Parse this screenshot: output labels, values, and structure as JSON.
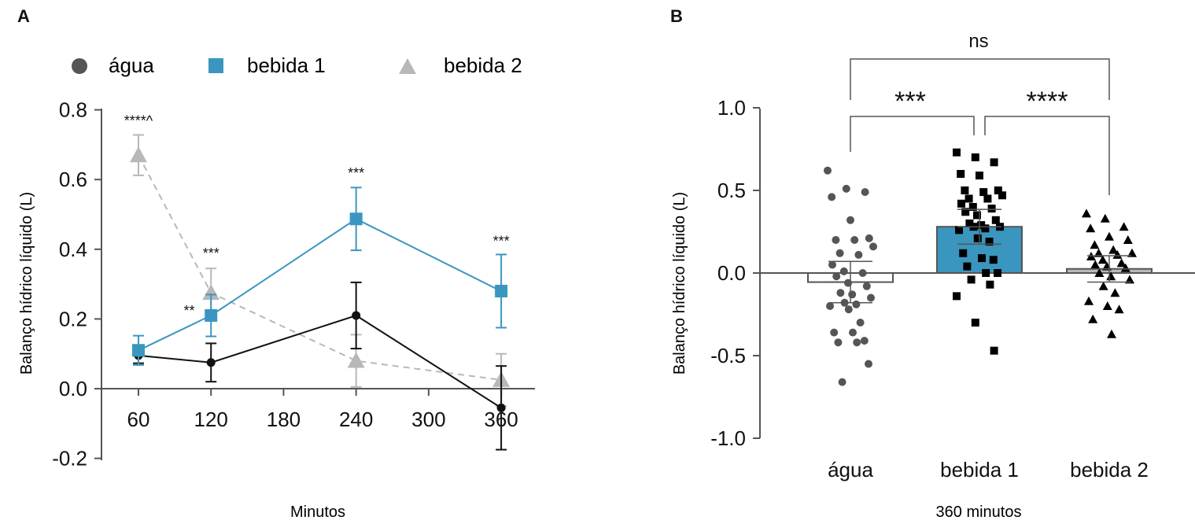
{
  "colors": {
    "agua": "#111111",
    "agua_dot": "#555555",
    "bebida1": "#3b96bf",
    "bebida2": "#b8b8b8",
    "axis": "#555555",
    "marker_black": "#000000"
  },
  "chart_data": [
    {
      "panel": "A",
      "type": "line",
      "xlabel": "Minutos",
      "ylabel": "Balanço hídrico líquido (L)",
      "ylim": [
        -0.2,
        0.8
      ],
      "y_ticks": [
        "-0.2",
        "0.0",
        "0.2",
        "0.4",
        "0.6",
        "0.8"
      ],
      "y_tick_values": [
        -0.2,
        0.0,
        0.2,
        0.4,
        0.6,
        0.8
      ],
      "x_ticks": [
        "60",
        "120",
        "180",
        "240",
        "300",
        "360"
      ],
      "x_tick_values": [
        60,
        120,
        180,
        240,
        300,
        360
      ],
      "legend": [
        {
          "key": "agua",
          "label": "água",
          "marker": "circle"
        },
        {
          "key": "bebida1",
          "label": "bebida 1",
          "marker": "square"
        },
        {
          "key": "bebida2",
          "label": "bebida 2",
          "marker": "triangle"
        }
      ],
      "series": [
        {
          "name": "água",
          "key": "agua",
          "style": "solid",
          "points": [
            {
              "x": 60,
              "y": 0.095,
              "err": 0.022
            },
            {
              "x": 120,
              "y": 0.075,
              "err": 0.055
            },
            {
              "x": 240,
              "y": 0.21,
              "err": 0.095
            },
            {
              "x": 360,
              "y": -0.055,
              "err": 0.12
            }
          ]
        },
        {
          "name": "bebida 1",
          "key": "bebida1",
          "style": "solid",
          "points": [
            {
              "x": 60,
              "y": 0.11,
              "err": 0.042
            },
            {
              "x": 120,
              "y": 0.21,
              "err": 0.06
            },
            {
              "x": 240,
              "y": 0.487,
              "err": 0.09
            },
            {
              "x": 360,
              "y": 0.28,
              "err": 0.105
            }
          ]
        },
        {
          "name": "bebida 2",
          "key": "bebida2",
          "style": "dashed",
          "points": [
            {
              "x": 60,
              "y": 0.67,
              "err": 0.058
            },
            {
              "x": 120,
              "y": 0.275,
              "err": 0.07
            },
            {
              "x": 240,
              "y": 0.08,
              "err": 0.075
            },
            {
              "x": 360,
              "y": 0.025,
              "err": 0.075
            }
          ]
        }
      ],
      "annotations": [
        {
          "x": 60,
          "y": 0.755,
          "text": "****^"
        },
        {
          "x": 120,
          "y": 0.375,
          "text": "***"
        },
        {
          "x": 102,
          "y": 0.21,
          "text": "**"
        },
        {
          "x": 240,
          "y": 0.605,
          "text": "***"
        },
        {
          "x": 360,
          "y": 0.41,
          "text": "***"
        }
      ]
    },
    {
      "panel": "B",
      "type": "bar",
      "xlabel": "360 minutos",
      "ylabel": "Balanço hídrico líquido (L)",
      "ylim": [
        -1.0,
        1.0
      ],
      "y_ticks": [
        "-1.0",
        "-0.5",
        "0.0",
        "0.5",
        "1.0"
      ],
      "y_tick_values": [
        -1.0,
        -0.5,
        0.0,
        0.5,
        1.0
      ],
      "categories": [
        "água",
        "bebida 1",
        "bebida 2"
      ],
      "bars": [
        {
          "key": "agua",
          "mean": -0.055,
          "err": 0.125,
          "fill": "#ffffff",
          "marker": "circle",
          "points": [
            0.62,
            0.51,
            0.49,
            0.46,
            0.32,
            0.21,
            0.2,
            0.2,
            0.16,
            0.12,
            0.11,
            0.05,
            0.01,
            0.0,
            -0.02,
            -0.06,
            -0.08,
            -0.12,
            -0.13,
            -0.15,
            -0.18,
            -0.19,
            -0.2,
            -0.22,
            -0.3,
            -0.36,
            -0.36,
            -0.41,
            -0.42,
            -0.42,
            -0.55,
            -0.66
          ]
        },
        {
          "key": "bebida1",
          "mean": 0.28,
          "err": 0.105,
          "fill": "#3b96bf",
          "marker": "square",
          "points": [
            0.73,
            0.7,
            0.67,
            0.6,
            0.59,
            0.5,
            0.5,
            0.49,
            0.47,
            0.45,
            0.45,
            0.42,
            0.4,
            0.39,
            0.37,
            0.35,
            0.32,
            0.3,
            0.29,
            0.28,
            0.28,
            0.27,
            0.26,
            0.21,
            0.19,
            0.12,
            0.09,
            0.08,
            0.04,
            0.0,
            0.0,
            -0.04,
            -0.07,
            -0.14,
            -0.3,
            -0.47
          ]
        },
        {
          "key": "bebida2",
          "mean": 0.025,
          "err": 0.08,
          "fill": "#b8b8b8",
          "marker": "triangle",
          "points": [
            0.36,
            0.33,
            0.28,
            0.27,
            0.22,
            0.2,
            0.17,
            0.14,
            0.12,
            0.12,
            0.11,
            0.1,
            0.08,
            0.06,
            0.05,
            0.04,
            0.03,
            0.0,
            -0.02,
            -0.04,
            -0.08,
            -0.12,
            -0.17,
            -0.2,
            -0.22,
            -0.28,
            -0.37
          ]
        }
      ],
      "significance": [
        {
          "from": "água",
          "to": "bebida 2",
          "text": "ns"
        },
        {
          "from": "água",
          "to": "bebida 1",
          "text": "***"
        },
        {
          "from": "bebida 1",
          "to": "bebida 2",
          "text": "****"
        }
      ]
    }
  ],
  "panel_labels": [
    "A",
    "B"
  ]
}
